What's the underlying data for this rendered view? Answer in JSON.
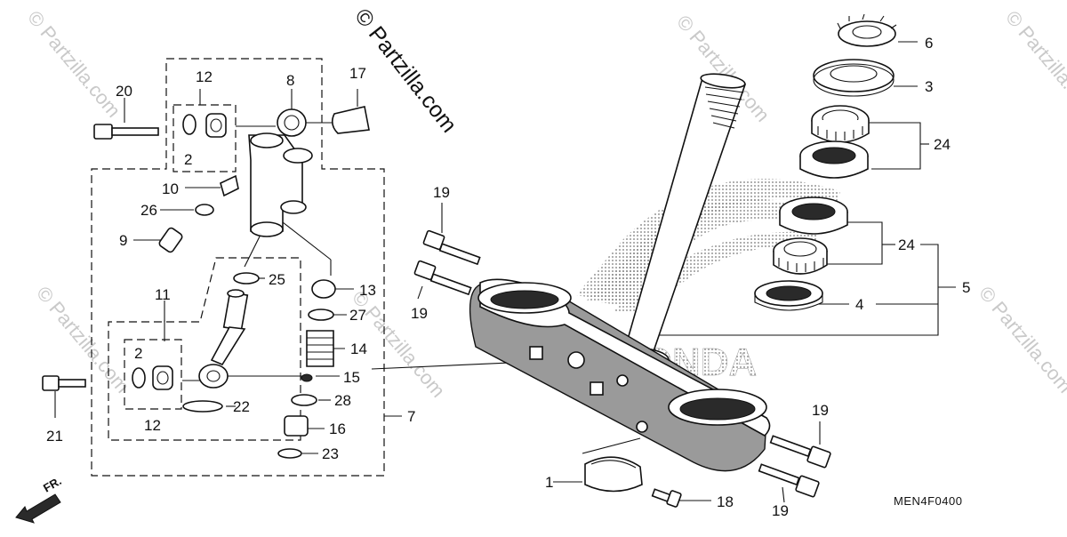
{
  "diagram": {
    "diagram_code": "MEN4F0400",
    "front_label": "FR.",
    "brand_logo": "HONDA",
    "watermark_main": "© Partzilla.com",
    "watermark_repeat": "© Partzilla.com",
    "colors": {
      "line": "#111111",
      "shade": "#9a9a9a",
      "watermark": "#c9c9c9"
    },
    "parts": [
      {
        "id": "p1",
        "number": "1"
      },
      {
        "id": "p2a",
        "number": "2"
      },
      {
        "id": "p2b",
        "number": "2"
      },
      {
        "id": "p3",
        "number": "3"
      },
      {
        "id": "p4",
        "number": "4"
      },
      {
        "id": "p5",
        "number": "5"
      },
      {
        "id": "p6",
        "number": "6"
      },
      {
        "id": "p7",
        "number": "7"
      },
      {
        "id": "p8",
        "number": "8"
      },
      {
        "id": "p9",
        "number": "9"
      },
      {
        "id": "p10",
        "number": "10"
      },
      {
        "id": "p11",
        "number": "11"
      },
      {
        "id": "p12a",
        "number": "12"
      },
      {
        "id": "p12b",
        "number": "12"
      },
      {
        "id": "p13",
        "number": "13"
      },
      {
        "id": "p14",
        "number": "14"
      },
      {
        "id": "p15",
        "number": "15"
      },
      {
        "id": "p16",
        "number": "16"
      },
      {
        "id": "p17",
        "number": "17"
      },
      {
        "id": "p18",
        "number": "18"
      },
      {
        "id": "p19a",
        "number": "19"
      },
      {
        "id": "p19b",
        "number": "19"
      },
      {
        "id": "p19c",
        "number": "19"
      },
      {
        "id": "p19d",
        "number": "19"
      },
      {
        "id": "p20",
        "number": "20"
      },
      {
        "id": "p21",
        "number": "21"
      },
      {
        "id": "p22",
        "number": "22"
      },
      {
        "id": "p23",
        "number": "23"
      },
      {
        "id": "p24a",
        "number": "24"
      },
      {
        "id": "p24b",
        "number": "24"
      },
      {
        "id": "p25",
        "number": "25"
      },
      {
        "id": "p26",
        "number": "26"
      },
      {
        "id": "p27",
        "number": "27"
      },
      {
        "id": "p28",
        "number": "28"
      }
    ]
  }
}
